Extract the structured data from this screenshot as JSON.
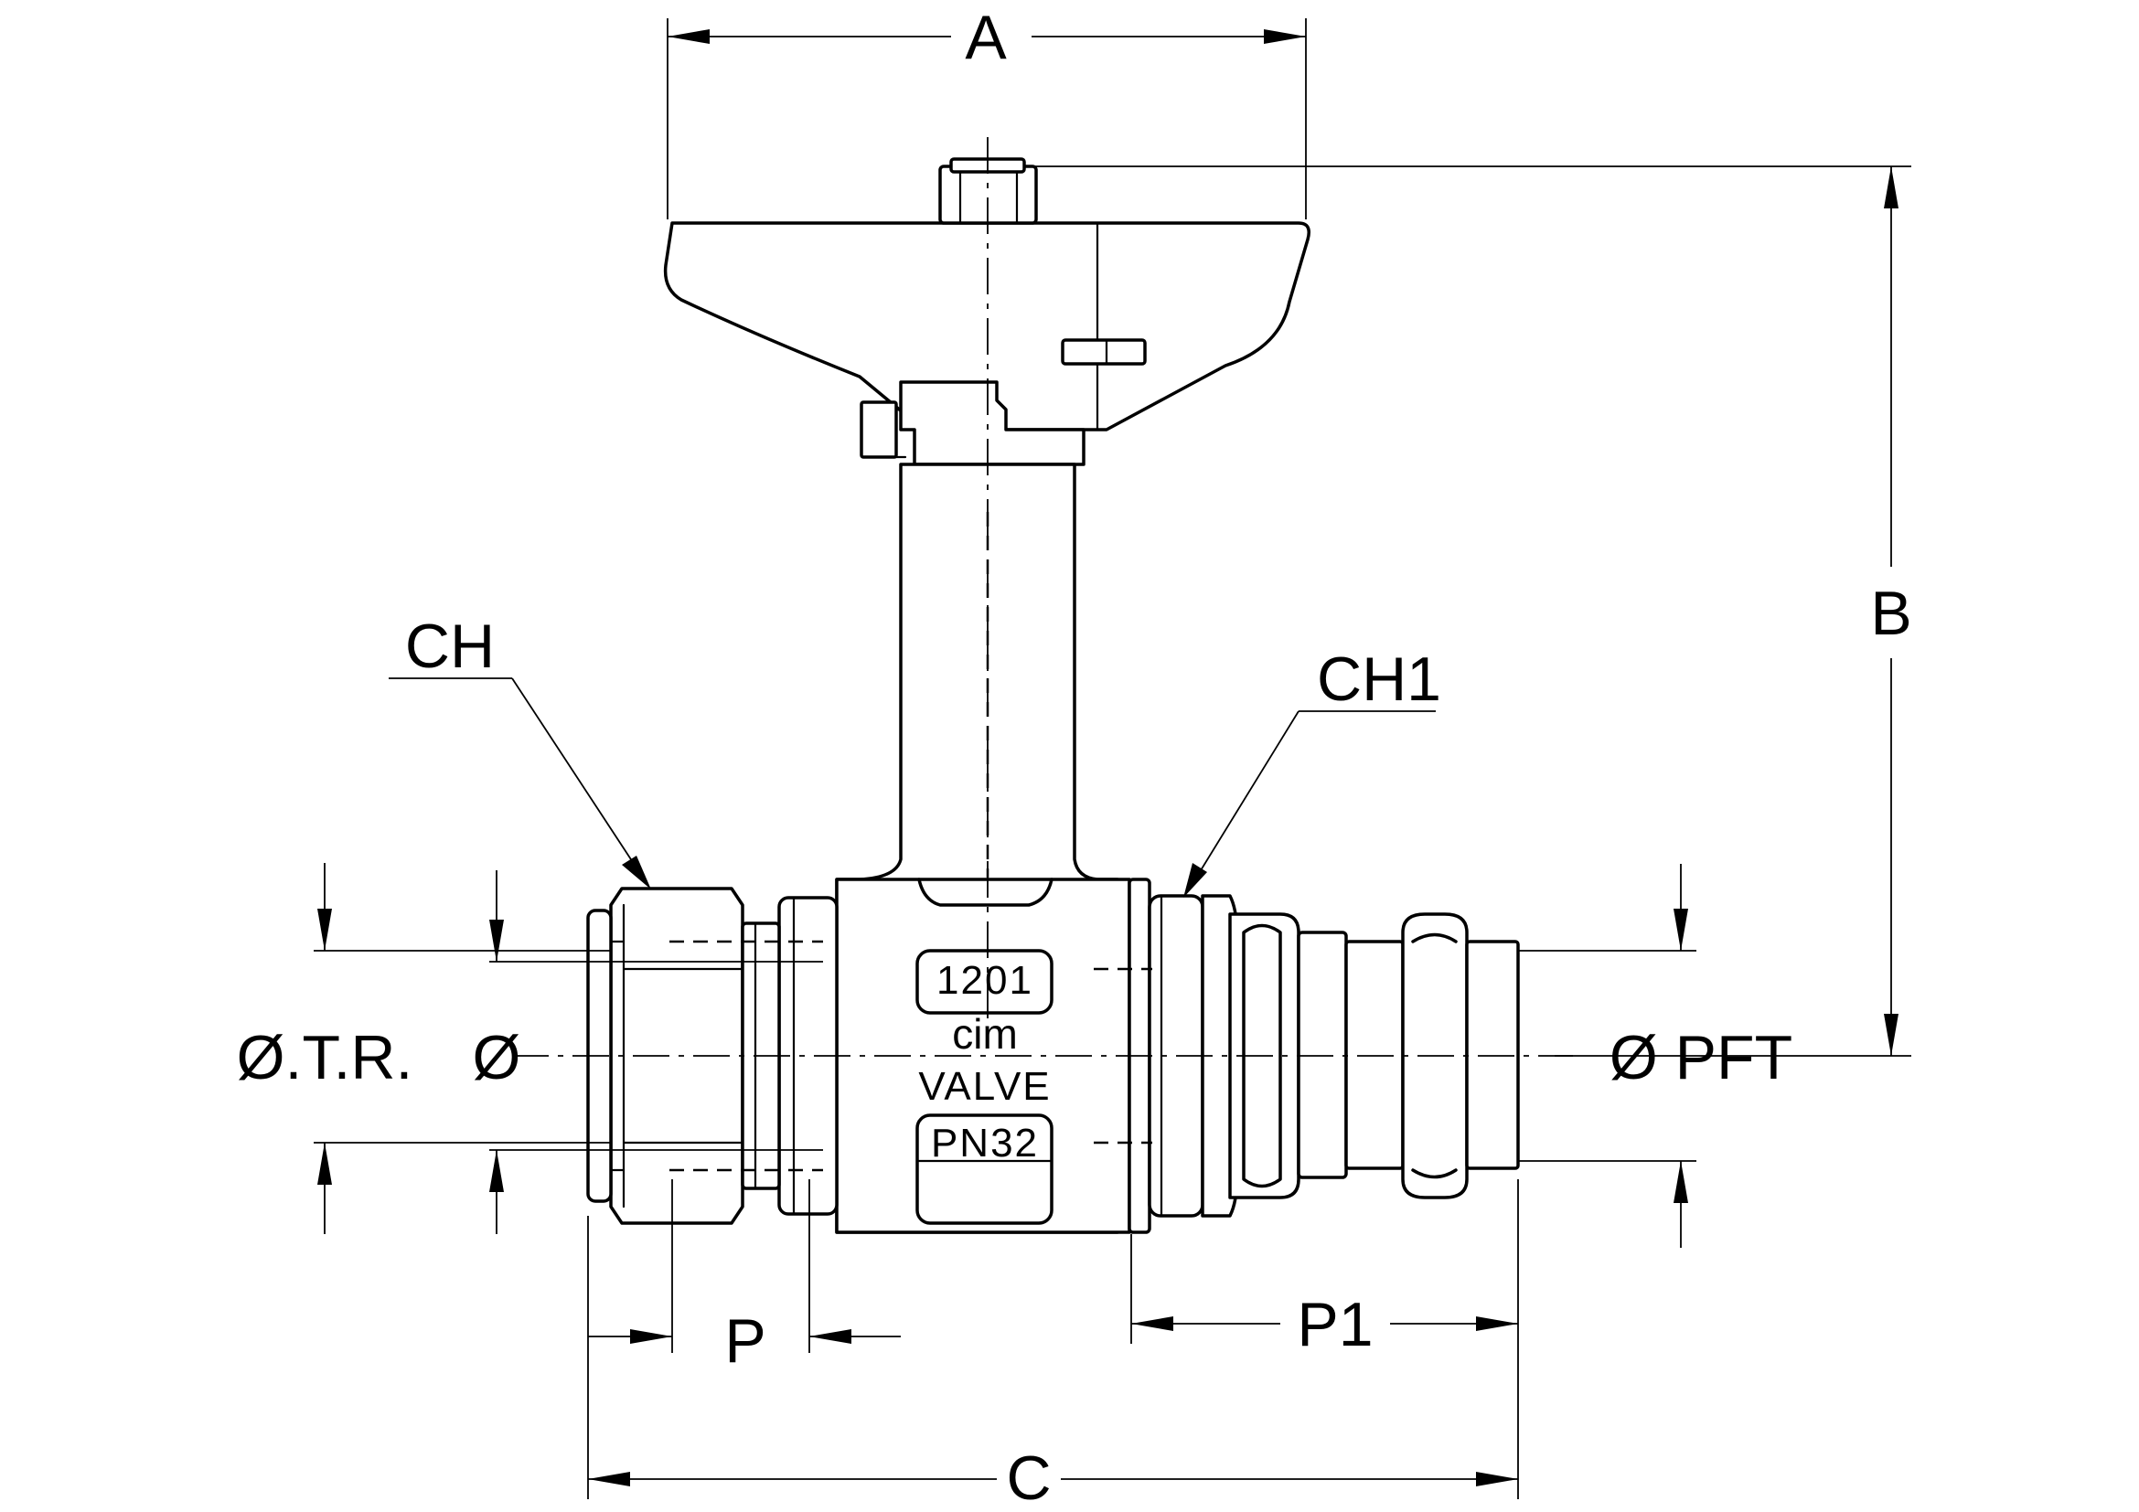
{
  "drawing": {
    "dimension_labels": {
      "A": "A",
      "B": "B",
      "C": "C",
      "P": "P",
      "P1": "P1",
      "CH": "CH",
      "CH1": "CH1",
      "otr": "Ø.T.R.",
      "dia": "Ø",
      "pft": "Ø PFT"
    },
    "body_markings": {
      "size": "1201",
      "brand": "cim",
      "word": "VALVE",
      "pressure": "PN32"
    }
  }
}
